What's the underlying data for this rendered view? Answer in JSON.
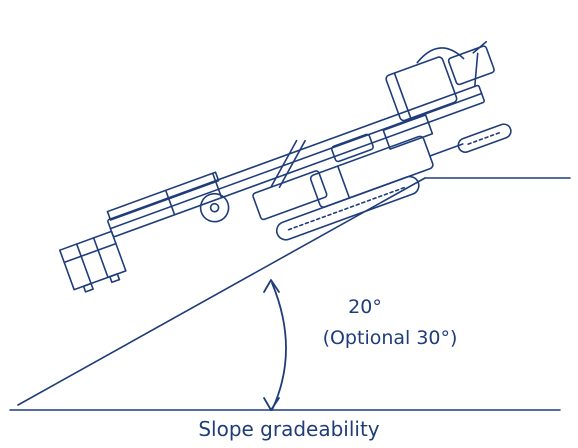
{
  "diagram": {
    "angle_label": "20°",
    "optional_label": "(Optional 30°)",
    "caption": "Slope gradeability"
  },
  "colors": {
    "line": "#1f3d7a",
    "text": "#1f3d7a",
    "background": "#ffffff"
  },
  "icons": [
    "crawler-lift-machine",
    "angle-arc-arrow"
  ]
}
